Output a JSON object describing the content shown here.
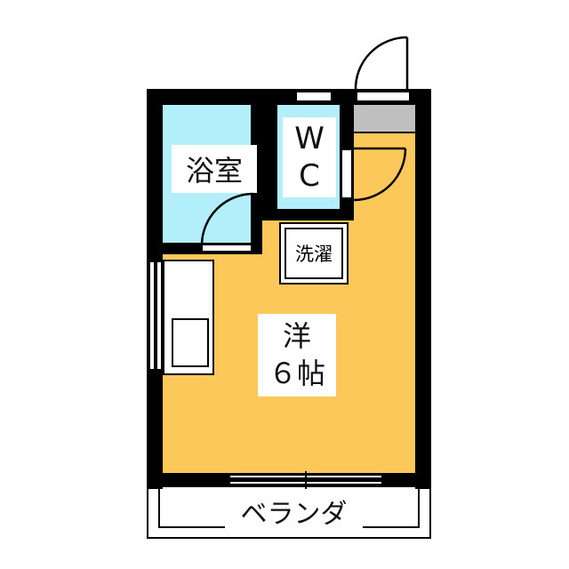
{
  "floor_plan": {
    "colors": {
      "wall": "#000000",
      "wet_area": "#b3eefb",
      "room": "#fdc85a",
      "entrance": "#c0c0c0",
      "background": "#ffffff"
    },
    "rooms": {
      "bathroom": {
        "label": "浴室"
      },
      "toilet": {
        "label_line1": "W",
        "label_line2": "C"
      },
      "laundry": {
        "label": "洗濯"
      },
      "western_room": {
        "label_line1": "洋",
        "label_line2": "６帖"
      },
      "balcony": {
        "label": "ベランダ"
      }
    }
  }
}
